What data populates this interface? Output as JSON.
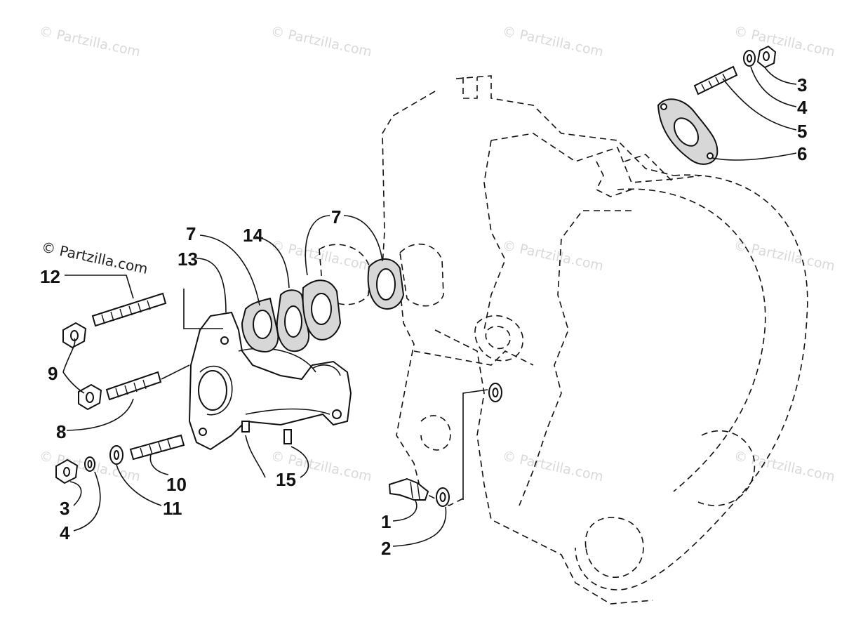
{
  "watermark": {
    "text": "© Partzilla.com"
  },
  "callouts": [
    {
      "id": "c3a",
      "label": "3"
    },
    {
      "id": "c4a",
      "label": "4"
    },
    {
      "id": "c5",
      "label": "5"
    },
    {
      "id": "c6",
      "label": "6"
    },
    {
      "id": "c7a",
      "label": "7"
    },
    {
      "id": "c7b",
      "label": "7"
    },
    {
      "id": "c14",
      "label": "14"
    },
    {
      "id": "c13",
      "label": "13"
    },
    {
      "id": "c12",
      "label": "12"
    },
    {
      "id": "c9",
      "label": "9"
    },
    {
      "id": "c8",
      "label": "8"
    },
    {
      "id": "c10",
      "label": "10"
    },
    {
      "id": "c11",
      "label": "11"
    },
    {
      "id": "c15",
      "label": "15"
    },
    {
      "id": "c3b",
      "label": "3"
    },
    {
      "id": "c4b",
      "label": "4"
    },
    {
      "id": "c1",
      "label": "1"
    },
    {
      "id": "c2",
      "label": "2"
    }
  ]
}
